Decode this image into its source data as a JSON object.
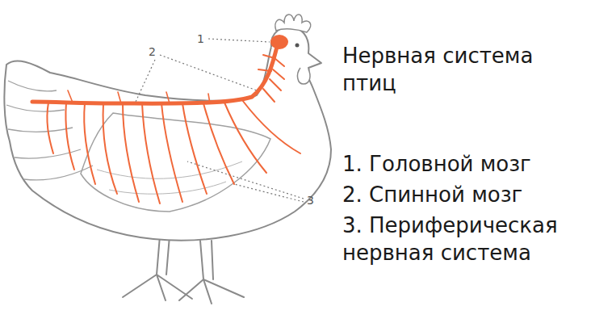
{
  "diagram": {
    "title": "Нервная система птиц",
    "labels": [
      "1",
      "2",
      "3",
      "1. Головной мозг",
      "2. Спинной мозг",
      "3. Периферическая нервная система"
    ]
  }
}
